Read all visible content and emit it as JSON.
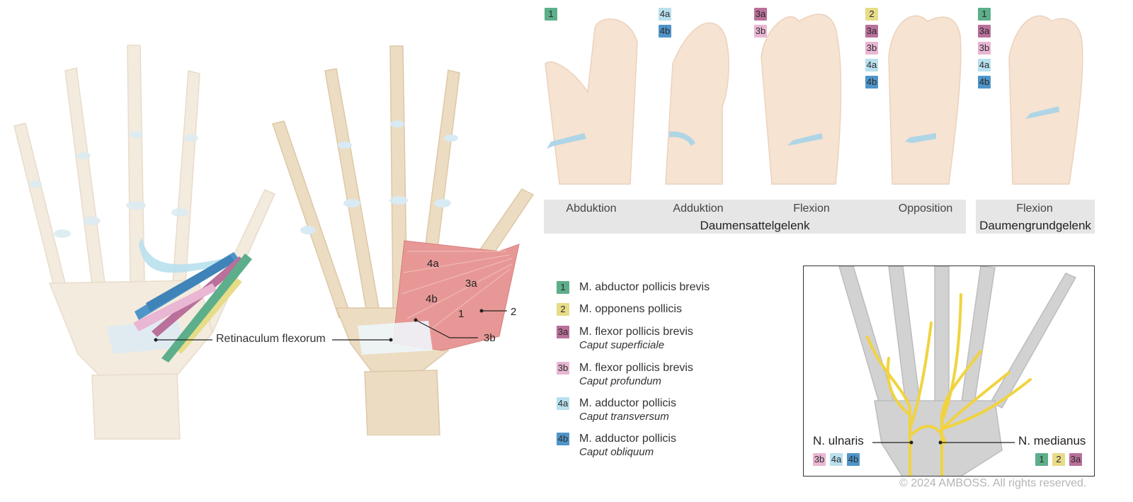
{
  "colors": {
    "1": "#5dae8a",
    "2": "#e7dc87",
    "3a": "#b9709a",
    "3b": "#e9b6d3",
    "4a": "#b9e0ee",
    "4b": "#4f95c9"
  },
  "left_hand": {
    "label": "Retinaculum flexorum"
  },
  "middle_hand": {
    "labels": [
      "4a",
      "3a",
      "4b",
      "1",
      "2",
      "3b"
    ]
  },
  "movements": [
    {
      "name": "Abduktion",
      "badges": [
        "1"
      ]
    },
    {
      "name": "Adduktion",
      "badges": [
        "4a",
        "4b"
      ]
    },
    {
      "name": "Flexion",
      "badges": [
        "3a",
        "3b"
      ]
    },
    {
      "name": "Opposition",
      "badges": [
        "2",
        "3a",
        "3b",
        "4a",
        "4b"
      ]
    },
    {
      "name": "Flexion",
      "badges": [
        "1",
        "3a",
        "3b",
        "4a",
        "4b"
      ]
    }
  ],
  "joints": [
    "Daumensattelgelenk",
    "Daumengrundgelenk"
  ],
  "legend": [
    {
      "id": "1",
      "name": "M. abductor pollicis brevis",
      "sub": ""
    },
    {
      "id": "2",
      "name": "M. opponens pollicis",
      "sub": ""
    },
    {
      "id": "3a",
      "name": "M. flexor pollicis brevis",
      "sub": "Caput superficiale"
    },
    {
      "id": "3b",
      "name": "M. flexor pollicis brevis",
      "sub": "Caput profundum"
    },
    {
      "id": "4a",
      "name": "M. adductor pollicis",
      "sub": "Caput transversum"
    },
    {
      "id": "4b",
      "name": "M. adductor pollicis",
      "sub": "Caput obliquum"
    }
  ],
  "nerves": {
    "ulnaris": {
      "label": "N. ulnaris",
      "badges": [
        "3b",
        "4a",
        "4b"
      ]
    },
    "medianus": {
      "label": "N. medianus",
      "badges": [
        "1",
        "2",
        "3a"
      ]
    }
  },
  "copyright": "© 2024 AMBOSS. All rights reserved."
}
